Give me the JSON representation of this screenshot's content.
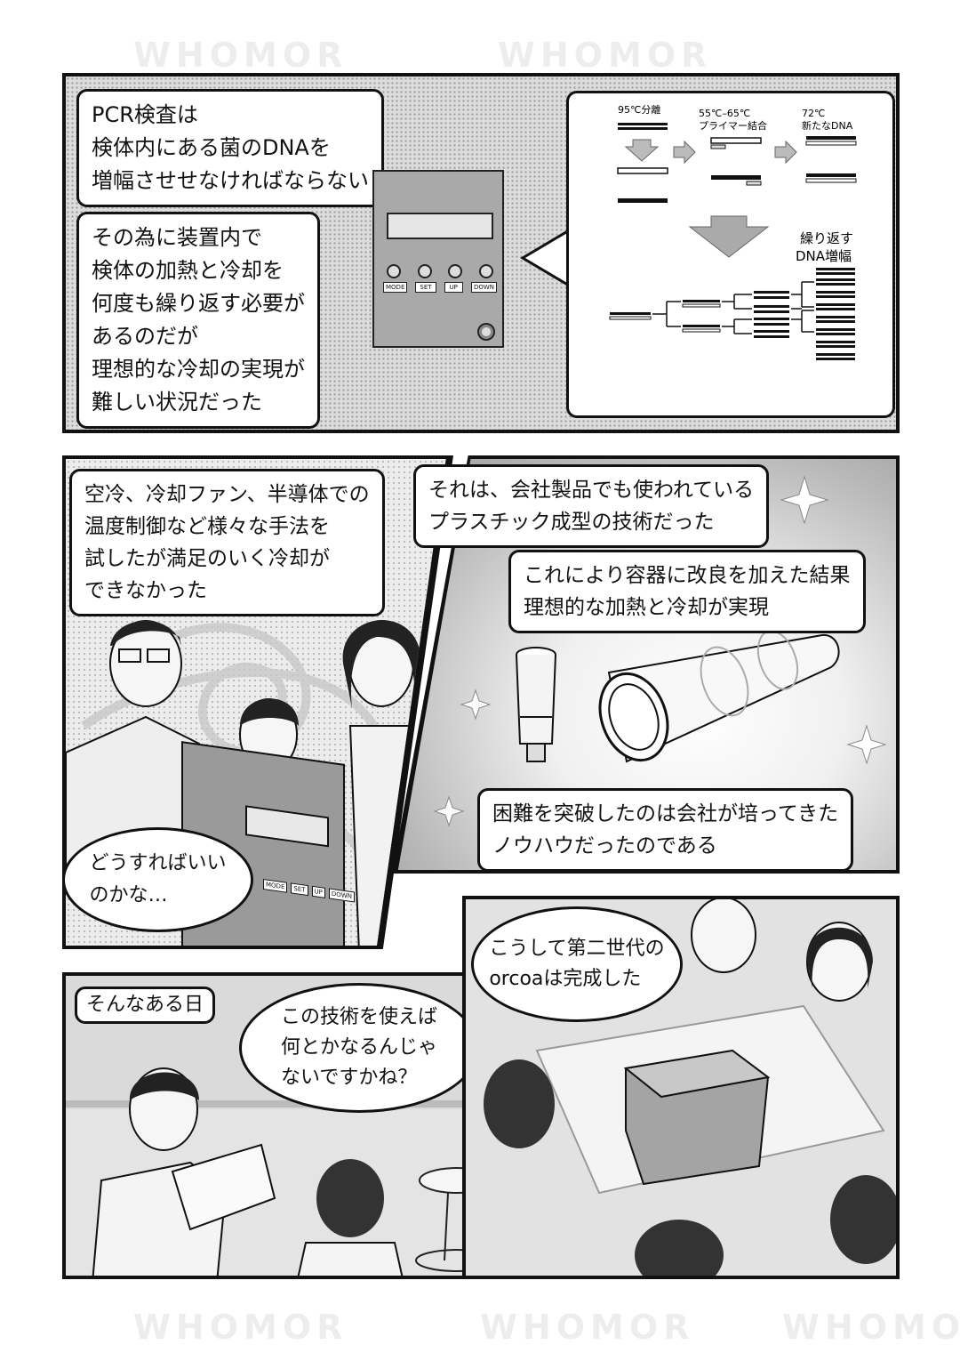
{
  "watermark": "WHOMOR",
  "panel1": {
    "box1": "PCR検査は\n検体内にある菌のDNAを\n増幅させせなければならない",
    "box2": "その為に装置内で\n検体の加熱と冷却を\n何度も繰り返す必要が\nあるのだが\n理想的な冷却の実現が\n難しい状況だった",
    "device_buttons": [
      "MODE",
      "SET",
      "UP",
      "DOWN"
    ],
    "diagram": {
      "step1": "95℃分離",
      "step2_line1": "55℃–65℃",
      "step2_line2": "プライマー結合",
      "step3_line1": "72℃",
      "step3_line2": "新たなDNA",
      "repeat_line1": "繰り返す",
      "repeat_line2": "DNA増幅"
    }
  },
  "panel2": {
    "box": "空冷、冷却ファン、半導体での\n温度制御など様々な手法を\n試したが満足のいく冷却が\nできなかった",
    "bubble": "どうすればいい\nのかな…",
    "device_buttons": [
      "MODE",
      "SET",
      "UP",
      "DOWN"
    ]
  },
  "panel3": {
    "box1": "それは、会社製品でも使われている\nプラスチック成型の技術だった",
    "box2": "これにより容器に改良を加えた結果\n理想的な加熱と冷却が実現",
    "box3": "困難を突破したのは会社が培ってきた\nノウハウだったのである"
  },
  "panel4": {
    "box": "そんなある日",
    "bubble": "この技術を使えば\n何とかなるんじゃ\nないですかね？"
  },
  "panel5": {
    "bubble": "こうして第二世代の\norcoaは完成した"
  }
}
